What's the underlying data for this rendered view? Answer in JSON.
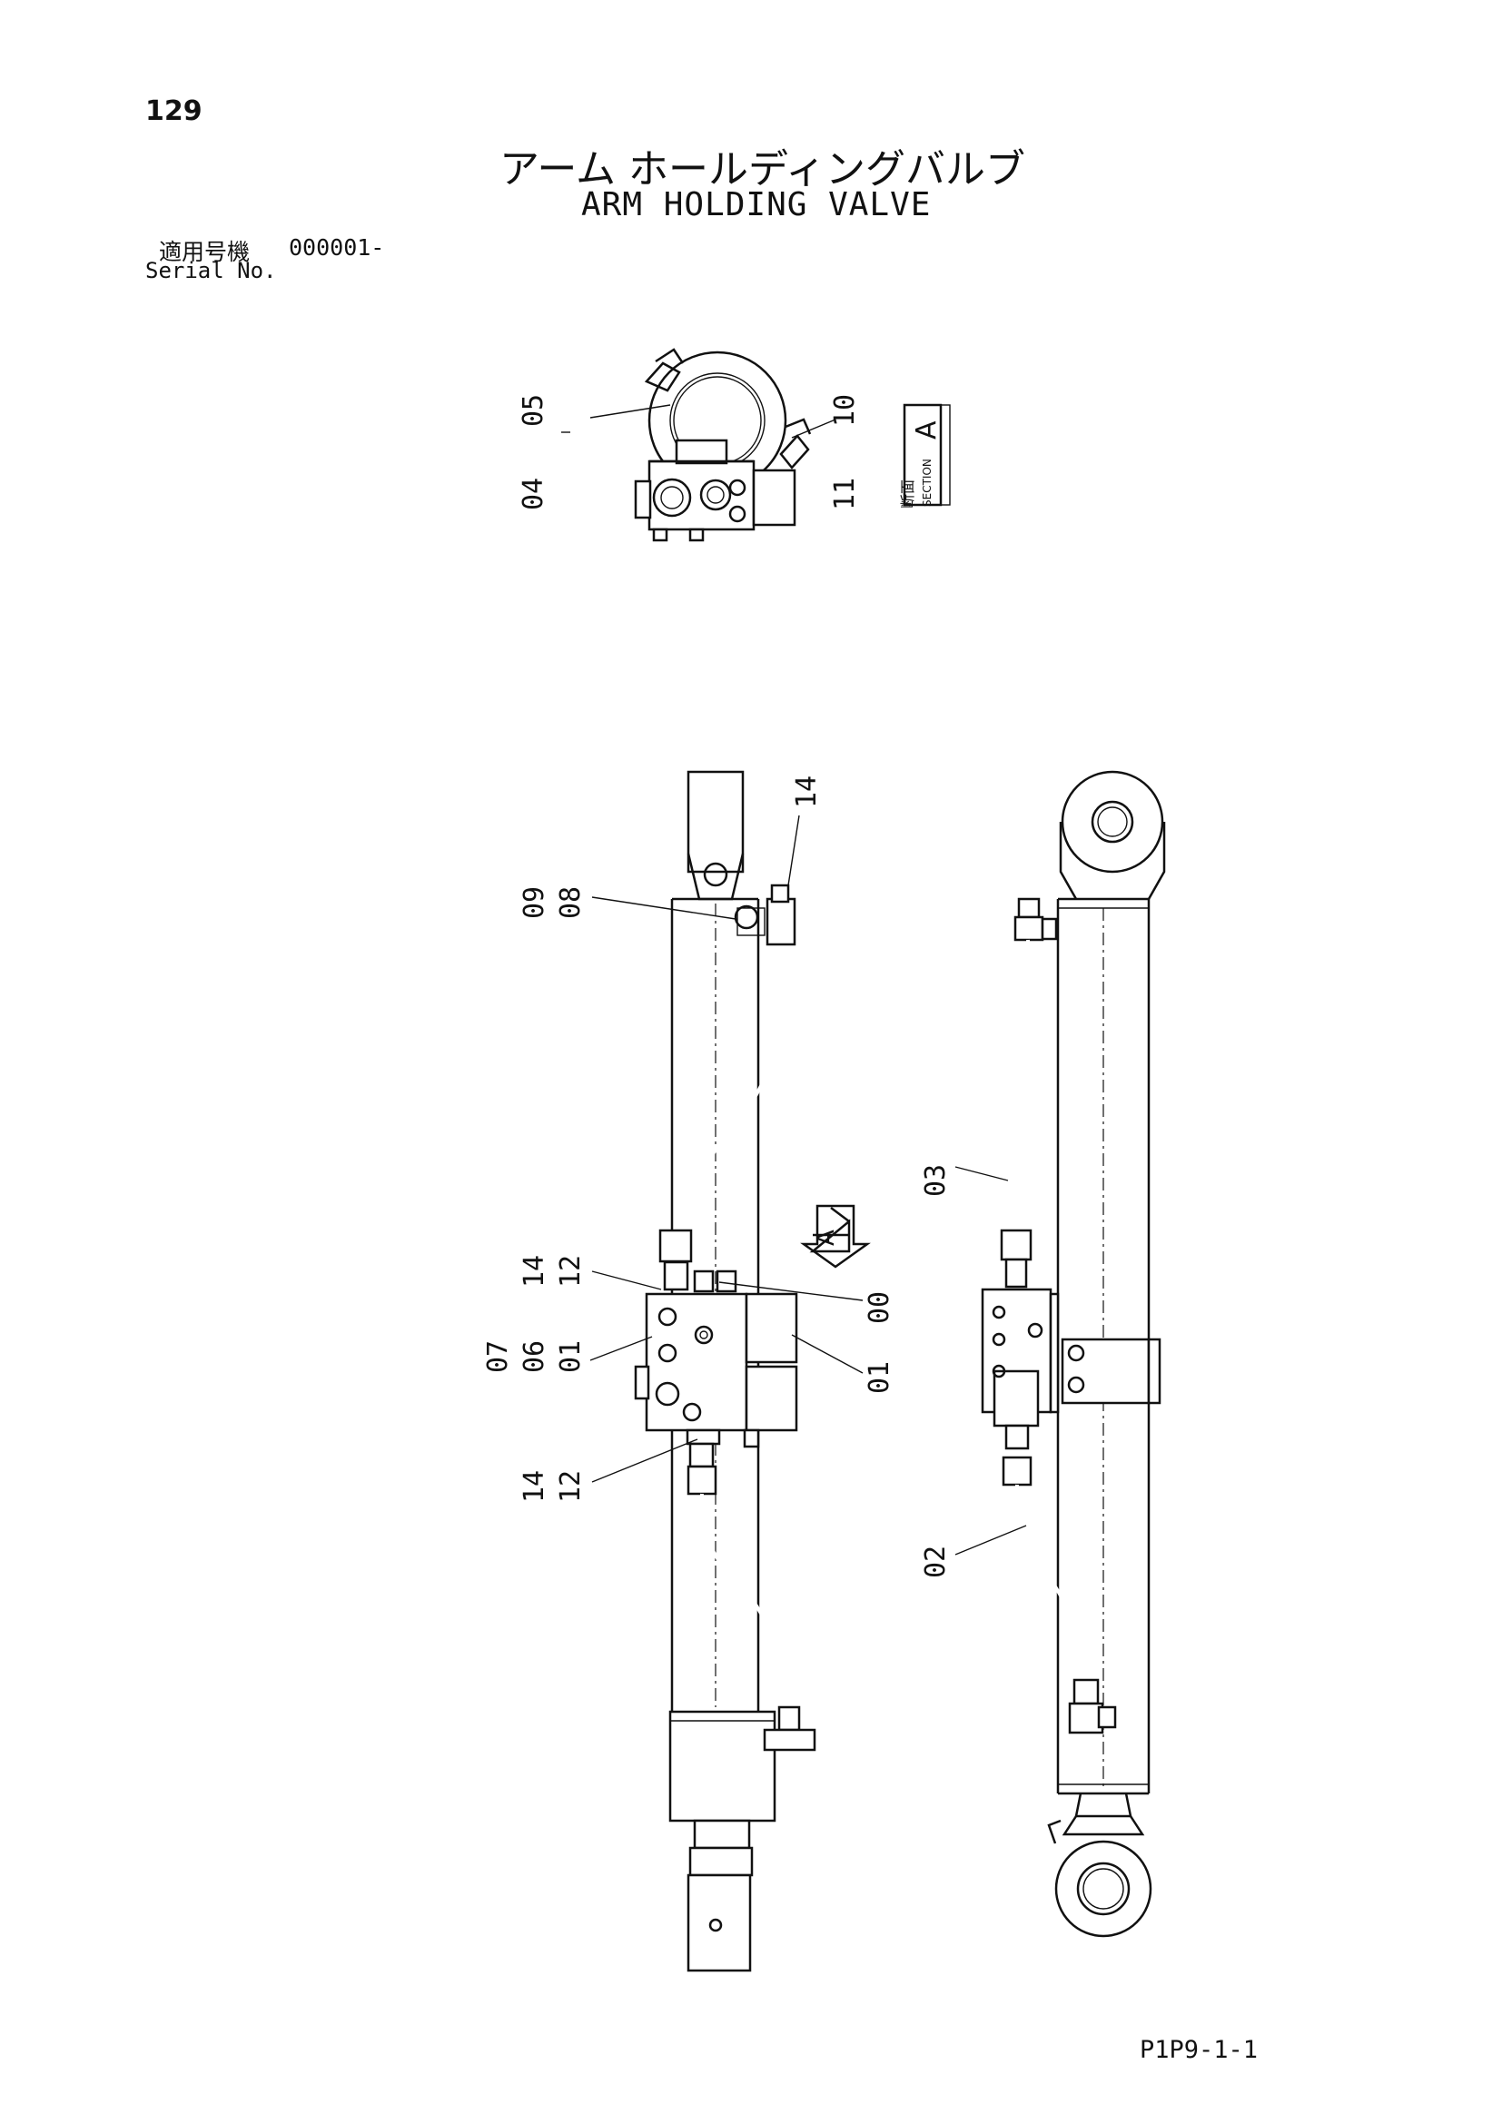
{
  "header": {
    "page_number": "129",
    "title_ja": "アーム ホールディングバルブ",
    "title_en": "ARM HOLDING VALVE",
    "serial_label_ja": "適用号機",
    "serial_range": "000001-",
    "serial_label_en": "Serial No."
  },
  "section_box": {
    "kanji": "断面",
    "section_word": "SECTION",
    "letter": "A"
  },
  "view_arrow_letter": "A",
  "callouts": {
    "c_05_04": {
      "a": "05",
      "b": "04"
    },
    "c_10_11": {
      "a": "10",
      "b": "11"
    },
    "c_14_top": {
      "a": "14"
    },
    "c_09_08": {
      "a": "09",
      "b": "08"
    },
    "c_14_12_a": {
      "a": "14",
      "b": "12"
    },
    "c_00": {
      "a": "00"
    },
    "c_07_06_01": {
      "a": "07",
      "b": "06",
      "c": "01"
    },
    "c_01_right": {
      "a": "01"
    },
    "c_14_12_b": {
      "a": "14",
      "b": "12"
    },
    "c_03": {
      "a": "03"
    },
    "c_02": {
      "a": "02"
    }
  },
  "footer": {
    "reference_code": "P1P9-1-1"
  }
}
